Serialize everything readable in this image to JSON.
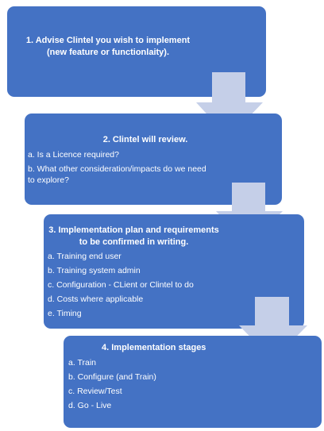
{
  "steps": [
    {
      "title": "1. Advise Clintel you wish to implement (new feature or functionlaity).",
      "items": []
    },
    {
      "title": "2. Clintel will review.",
      "items": [
        "a. Is a Licence required?",
        "b. What other consideration/impacts do we need to explore?"
      ]
    },
    {
      "title": "3. Implementation plan and requirements to be confirmed in writing.",
      "items": [
        "a. Training end user",
        "b. Training system admin",
        "c. Configuration - CLient or Clintel to do",
        "d. Costs where applicable",
        "e. Timing"
      ]
    },
    {
      "title": "4. Implementation stages",
      "items": [
        "a. Train",
        "b. Configure (and Train)",
        "c. Review/Test",
        "d. Go - Live"
      ]
    }
  ],
  "colors": {
    "box_fill": "#4472c4",
    "arrow_fill": "#c5cfe8",
    "text": "#ffffff"
  }
}
